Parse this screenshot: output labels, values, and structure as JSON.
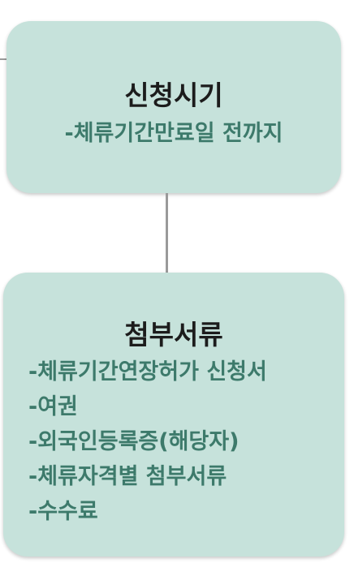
{
  "colors": {
    "card_background": "#c6e2db",
    "title_text": "#1c1c1c",
    "body_text": "#3d7a6b",
    "connector": "#9a9a9a"
  },
  "application_period": {
    "title": "신청시기",
    "detail": "-체류기간만료일 전까지"
  },
  "required_documents": {
    "title": "첨부서류",
    "items": [
      "-체류기간연장허가 신청서",
      "-여권",
      "-외국인등록증(해당자)",
      "-체류자격별 첨부서류",
      "-수수료"
    ]
  }
}
